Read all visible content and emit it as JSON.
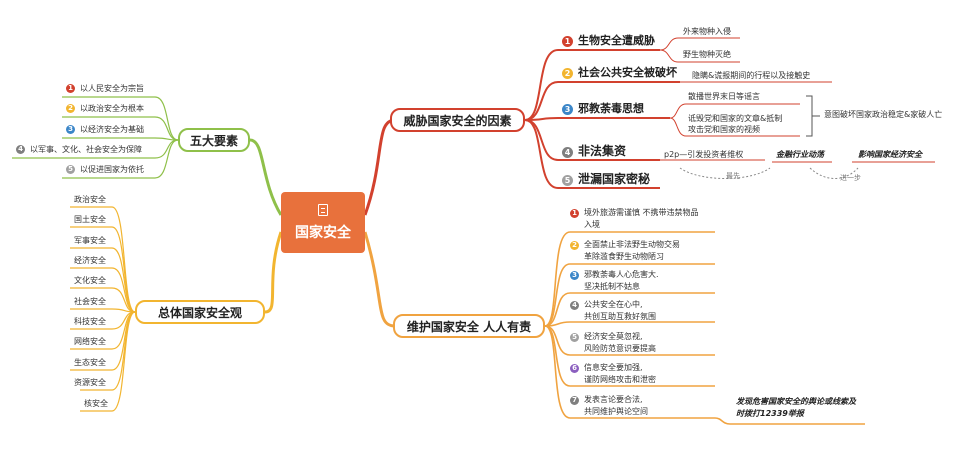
{
  "center": {
    "title": "国家安全",
    "icon": "document-icon"
  },
  "colors": {
    "center_bg": "#e8713c",
    "green": "#8fc04a",
    "yellow": "#f2b530",
    "orange": "#f0a340",
    "red": "#d2412e",
    "grey": "#7f7f7f",
    "purple": "#8b5fbf",
    "blue": "#3b86c8"
  },
  "five_elements": {
    "title": "五大要素",
    "items": [
      {
        "num": "1",
        "text": "以人民安全为宗旨"
      },
      {
        "num": "2",
        "text": "以政治安全为根本"
      },
      {
        "num": "3",
        "text": "以经济安全为基础"
      },
      {
        "num": "4",
        "text": "以军事、文化、社会安全为保障"
      },
      {
        "num": "5",
        "text": "以促进国家为依托"
      }
    ]
  },
  "overall_view": {
    "title": "总体国家安全观",
    "items": [
      "政治安全",
      "国土安全",
      "军事安全",
      "经济安全",
      "文化安全",
      "社会安全",
      "科技安全",
      "网络安全",
      "生态安全",
      "资源安全",
      "核安全"
    ]
  },
  "threats": {
    "title": "威胁国家安全的因素",
    "items": [
      {
        "num": "1",
        "text": "生物安全遭威胁",
        "subs": [
          "外来物种入侵",
          "野生物种灭绝"
        ]
      },
      {
        "num": "2",
        "text": "社会公共安全被破坏",
        "subs": [
          "隐瞒&谎报期间的行程以及接触史"
        ]
      },
      {
        "num": "3",
        "text": "邪教荼毒思想",
        "subs": [
          "散播世界末日等谣言",
          "诋毁党和国家的文章&抵制攻击党和国家的视频"
        ]
      },
      {
        "num": "4",
        "text": "非法集资",
        "subs": [
          "p2p—引发投资者维权"
        ]
      },
      {
        "num": "5",
        "text": "泄漏国家密秘",
        "subs": []
      }
    ],
    "bracket_note": "意图破坏国家政治稳定&家破人亡",
    "chain": {
      "a": "金融行业动荡",
      "b": "影响国家经济安全",
      "arrow1": "最先",
      "arrow2": "进一步"
    }
  },
  "maintain": {
    "title": "维护国家安全  人人有责",
    "items": [
      {
        "num": "1",
        "line1": "境外旅游需谨慎  不携带违禁物品",
        "line2": "入境"
      },
      {
        "num": "2",
        "line1": "全面禁止非法野生动物交易",
        "line2": "革除滥食野生动物陋习"
      },
      {
        "num": "3",
        "line1": "邪教荼毒人心危害大.",
        "line2": "坚决抵制不姑息"
      },
      {
        "num": "4",
        "line1": "公共安全在心中,",
        "line2": "共创互助互救好氛围"
      },
      {
        "num": "5",
        "line1": "经济安全莫忽视,",
        "line2": "风险防范意识要提高"
      },
      {
        "num": "6",
        "line1": "信息安全要加强,",
        "line2": "谨防网络攻击和泄密"
      },
      {
        "num": "7",
        "line1": "发表言论要合法,",
        "line2": "共同维护舆论空间"
      }
    ],
    "report_note": {
      "line1": "发现危害国家安全的舆论或线索及",
      "line2": "时拨打12339举报"
    }
  }
}
